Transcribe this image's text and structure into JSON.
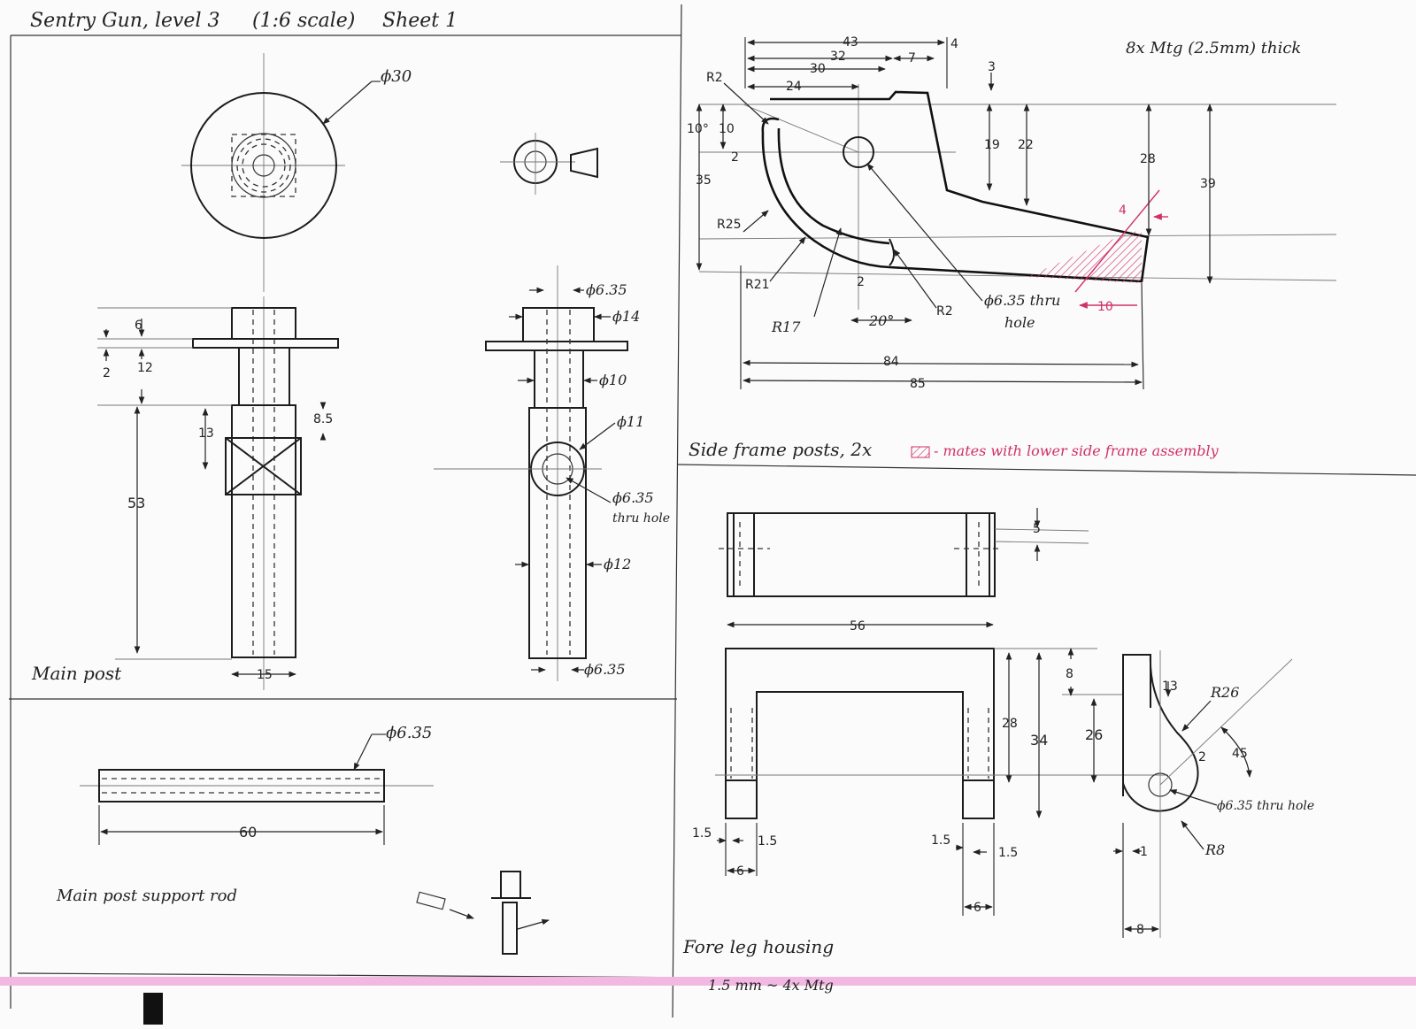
{
  "sheet": {
    "title": "Sentry Gun, level 3",
    "scale": "(1:6 scale)",
    "sheet_no": "Sheet 1",
    "colors": {
      "ink": "#1c1c1c",
      "accent": "#d0306a",
      "band": "#f2b8e2"
    }
  },
  "main_post": {
    "caption": "Main post",
    "dims": {
      "d30": "ϕ30",
      "d635_top": "ϕ6.35",
      "d14": "ϕ14",
      "d10": "ϕ10",
      "d11": "ϕ11",
      "d635_hole": "ϕ6.35",
      "thru_hole": "thru hole",
      "d12": "ϕ12",
      "d635_bot": "ϕ6.35",
      "h6": "6",
      "h2": "2",
      "h12": "12",
      "h13": "13",
      "h85": "8.5",
      "h53": "53",
      "w15": "15"
    }
  },
  "support_rod": {
    "caption": "Main post support rod",
    "dims": {
      "dia": "ϕ6.35",
      "len": "60"
    }
  },
  "side_frame": {
    "caption": "Side frame posts, 2x",
    "note_thick": "8x Mtg (2.5mm) thick",
    "legend": "- mates with lower side frame assembly",
    "dims": {
      "d43": "43",
      "d4": "4",
      "d32": "32",
      "d30": "30",
      "d7": "7",
      "d24": "24",
      "d3": "3",
      "r2a": "R2",
      "d10v": "10",
      "a10": "10°",
      "d19": "19",
      "d22": "22",
      "d28": "28",
      "d39": "39",
      "d35": "35",
      "d2a": "2",
      "r25": "R25",
      "r21": "R21",
      "r17": "R17",
      "d2b": "2",
      "a20": "20°",
      "r2b": "R2",
      "hole": "ϕ6.35 thru",
      "hole2": "hole",
      "d84": "84",
      "d85": "85",
      "p4": "4",
      "p10": "10"
    }
  },
  "fore_leg": {
    "caption": "Fore leg housing",
    "note": "1.5 mm ~ 4x Mtg",
    "dims": {
      "d5": "5",
      "d56": "56",
      "d8": "8",
      "d28": "28",
      "d34": "34",
      "d26": "26",
      "d13": "13",
      "r26": "R26",
      "d2": "2",
      "a45": "45",
      "hole": "ϕ6.35 thru hole",
      "r8": "R8",
      "w15a": "1.5",
      "w15b": "1.5",
      "w6a": "6",
      "w15c": "1.5",
      "w15d": "1.5",
      "w6b": "6",
      "w1": "1",
      "w8": "8"
    }
  }
}
